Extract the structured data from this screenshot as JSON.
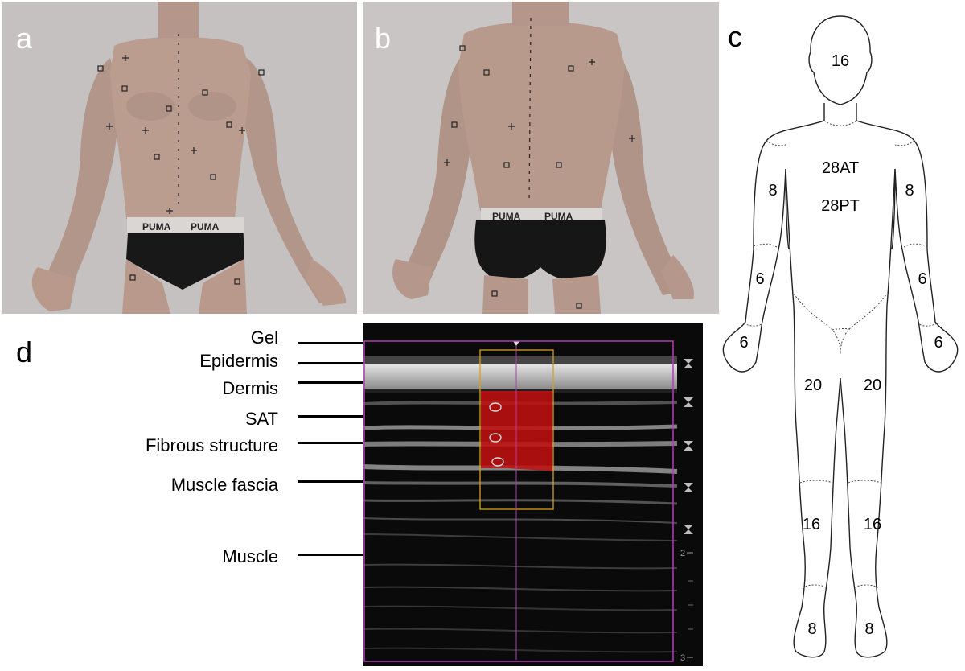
{
  "panels": {
    "a": "a",
    "b": "b",
    "c": "c",
    "d": "d"
  },
  "photo_a": {
    "waistband_left": "PUMA",
    "waistband_right": "PUMA"
  },
  "photo_b": {
    "waistband_left": "PUMA",
    "waistband_right": "PUMA"
  },
  "ultrasound_labels": [
    "Gel",
    "Epidermis",
    "Dermis",
    "SAT",
    "Fibrous structure",
    "Muscle fascia",
    "Muscle"
  ],
  "ultrasound_scale": [
    "2",
    "3"
  ],
  "body_map": {
    "head": "16",
    "trunk_anterior": "28AT",
    "trunk_posterior": "28PT",
    "upper_arm_left": "8",
    "upper_arm_right": "8",
    "forearm_left": "6",
    "forearm_right": "6",
    "hand_left": "6",
    "hand_right": "6",
    "thigh_left": "20",
    "thigh_right": "20",
    "shank_left": "16",
    "shank_right": "16",
    "foot_left": "8",
    "foot_right": "8"
  },
  "colors": {
    "photo_bg": "#c9c6c5",
    "skin": "#b79a8e",
    "underwear": "#181818",
    "ultrasound_bg": "#0a0a0a",
    "ultrasound_frame": "#b03cb4",
    "roi_box": "#d4a21c",
    "sat_overlay": "#c01010"
  }
}
